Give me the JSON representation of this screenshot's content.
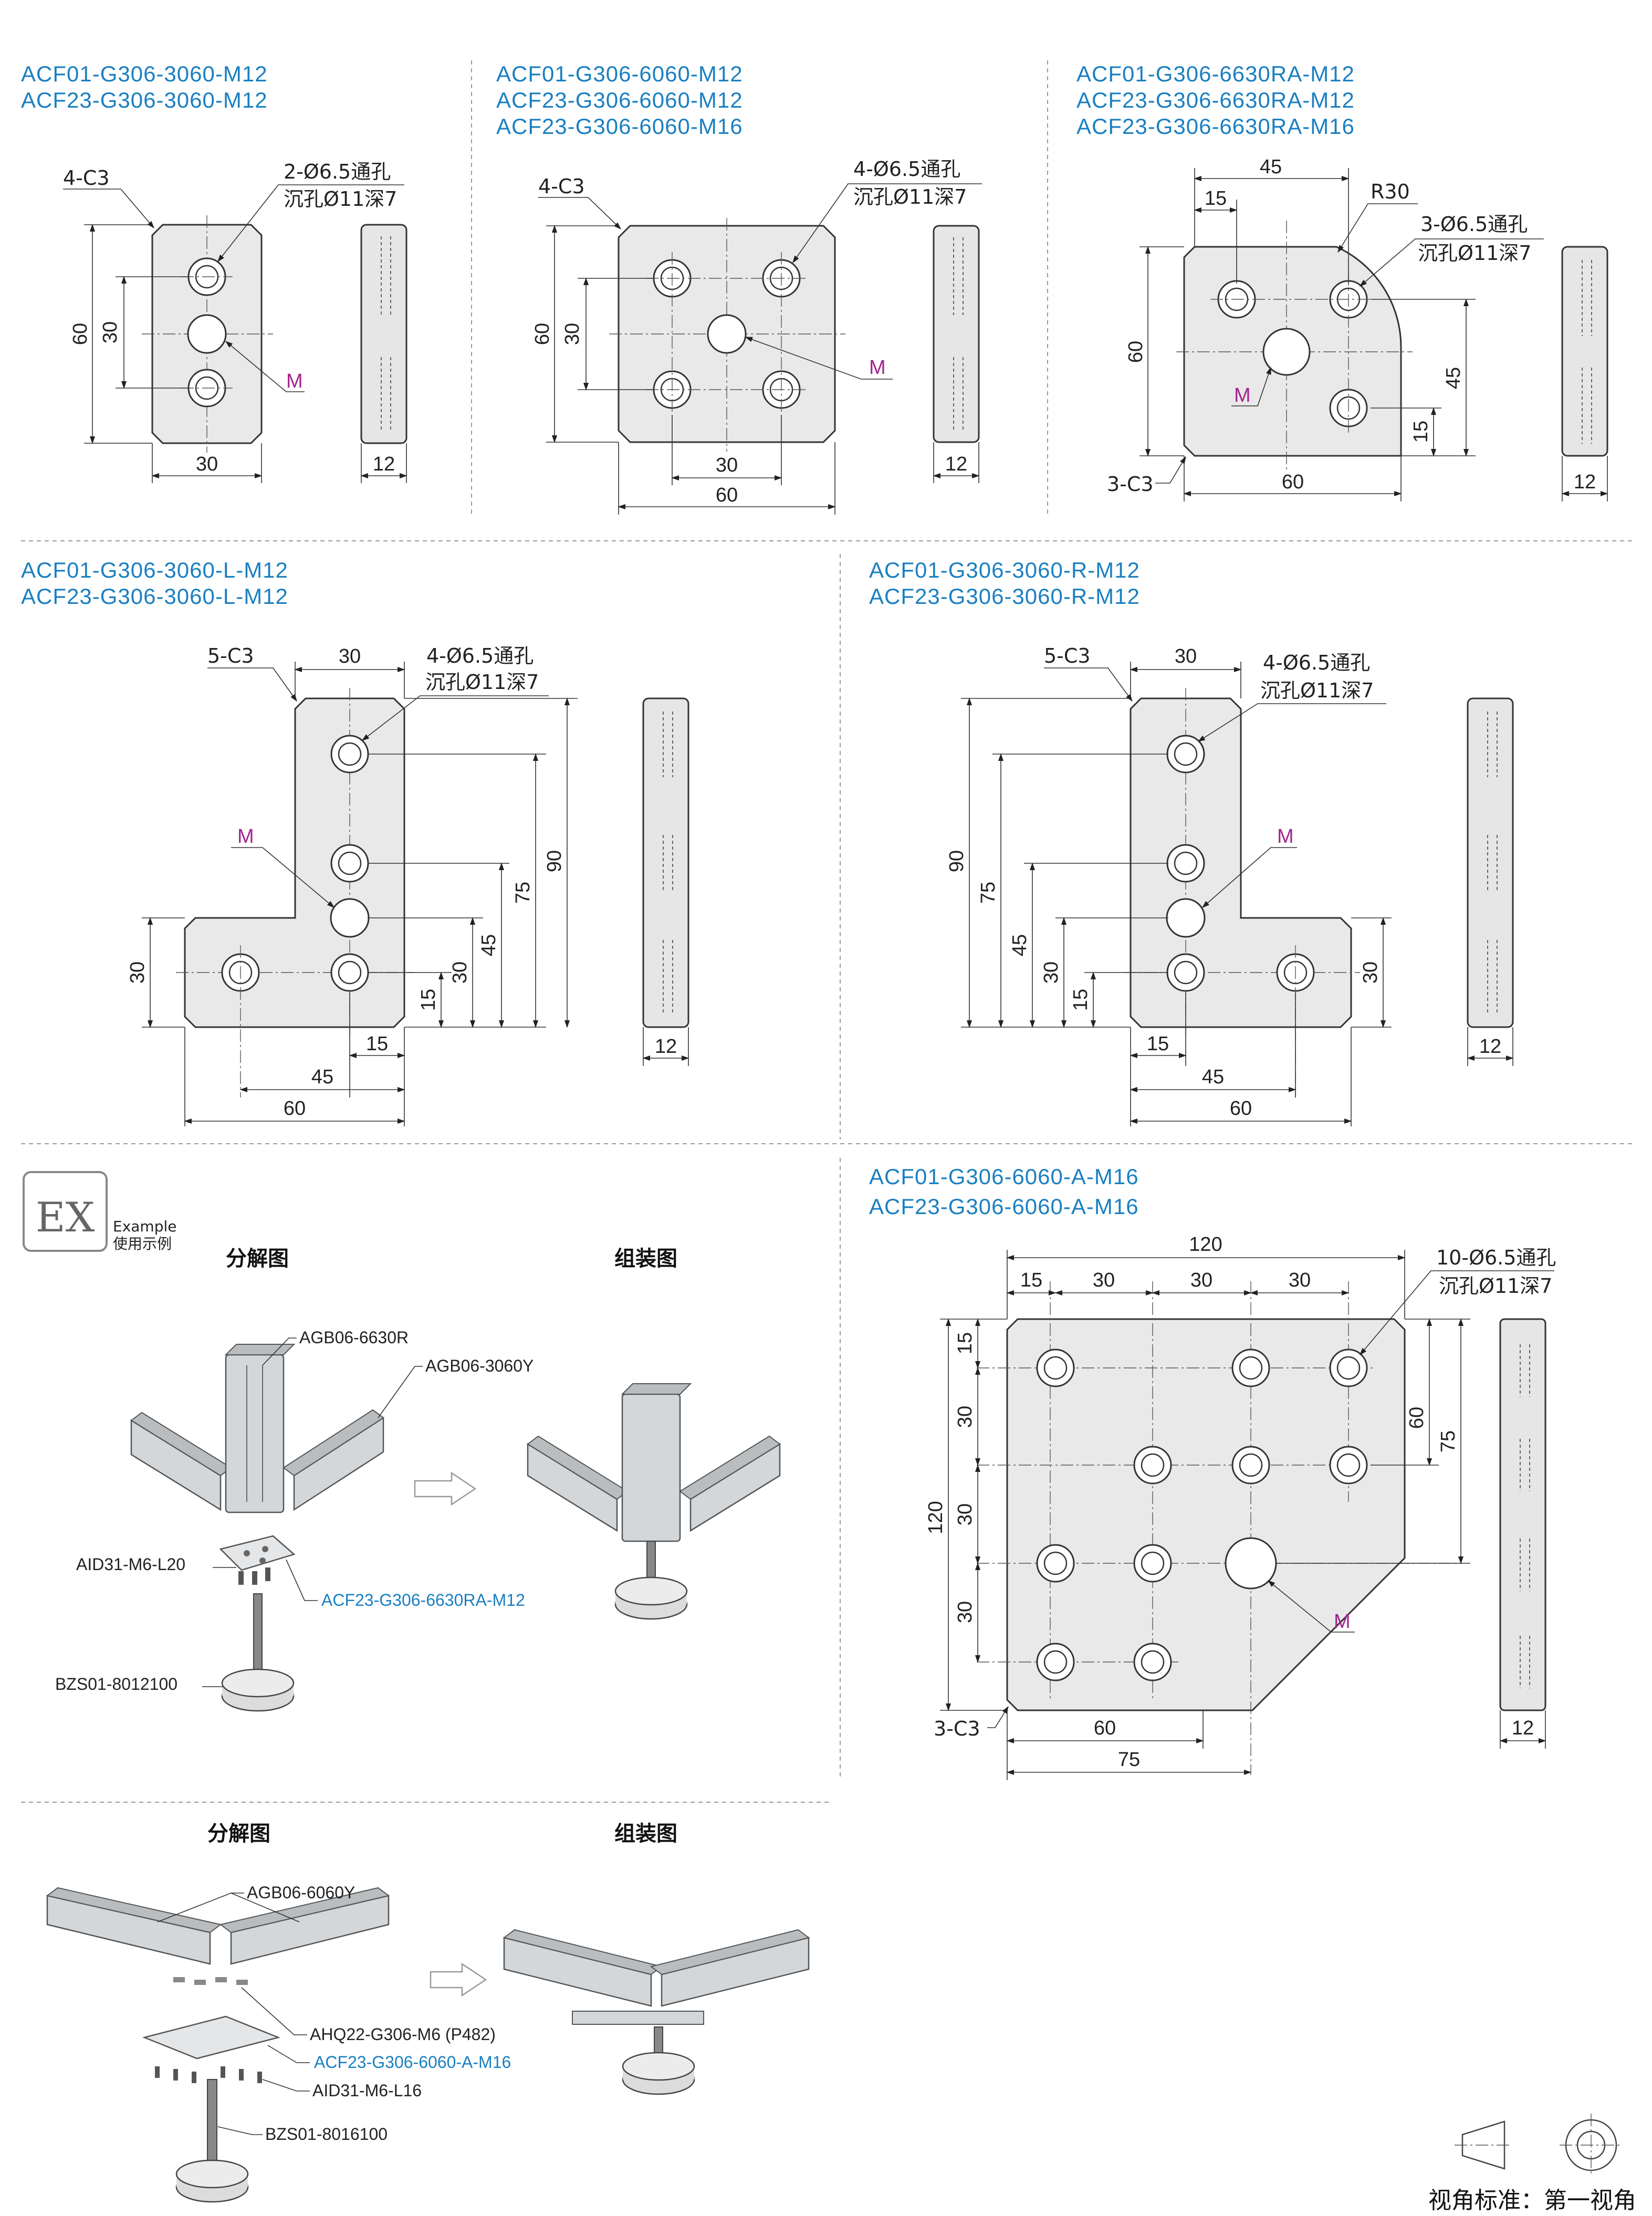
{
  "panels": {
    "p1": {
      "codes": [
        "ACF01-G306-3060-M12",
        "ACF23-G306-3060-M12"
      ],
      "chamfer": "4-C3",
      "hole_note": [
        "2-Ø6.5通孔",
        "沉孔Ø11深7"
      ],
      "m_label": "M",
      "dims": {
        "height": "60",
        "pitch": "30",
        "width": "30",
        "thickness": "12"
      }
    },
    "p2": {
      "codes": [
        "ACF01-G306-6060-M12",
        "ACF23-G306-6060-M12",
        "ACF23-G306-6060-M16"
      ],
      "chamfer": "4-C3",
      "hole_note": [
        "4-Ø6.5通孔",
        "沉孔Ø11深7"
      ],
      "m_label": "M",
      "dims": {
        "height": "60",
        "pitch_v": "30",
        "pitch_h": "30",
        "width": "60",
        "thickness": "12"
      }
    },
    "p3": {
      "codes": [
        "ACF01-G306-6630RA-M12",
        "ACF23-G306-6630RA-M12",
        "ACF23-G306-6630RA-M16"
      ],
      "chamfer": "3-C3",
      "radius": "R30",
      "hole_note": [
        "3-Ø6.5通孔",
        "沉孔Ø11深7"
      ],
      "m_label": "M",
      "dims": {
        "top": "45",
        "top_small": "15",
        "height": "60",
        "right": "45",
        "right_small": "15",
        "width": "60",
        "thickness": "12"
      }
    },
    "p4": {
      "codes": [
        "ACF01-G306-3060-L-M12",
        "ACF23-G306-3060-L-M12"
      ],
      "chamfer": "5-C3",
      "hole_note": [
        "4-Ø6.5通孔",
        "沉孔Ø11深7"
      ],
      "m_label": "M",
      "dims": {
        "top": "30",
        "d90": "90",
        "d75": "75",
        "d45": "45",
        "d30": "30",
        "d15": "15",
        "left30": "30",
        "b15": "15",
        "b45": "45",
        "b60": "60",
        "thickness": "12"
      }
    },
    "p5": {
      "codes": [
        "ACF01-G306-3060-R-M12",
        "ACF23-G306-3060-R-M12"
      ],
      "chamfer": "5-C3",
      "hole_note": [
        "4-Ø6.5通孔",
        "沉孔Ø11深7"
      ],
      "m_label": "M",
      "dims": {
        "top": "30",
        "d90": "90",
        "d75": "75",
        "d45": "45",
        "d30": "30",
        "d15": "15",
        "right30": "30",
        "b15": "15",
        "b45": "45",
        "b60": "60",
        "thickness": "12"
      }
    },
    "p6": {
      "codes": [
        "ACF01-G306-6060-A-M16",
        "ACF23-G306-6060-A-M16"
      ],
      "chamfer": "3-C3",
      "hole_note": [
        "10-Ø6.5通孔",
        "沉孔Ø11深7"
      ],
      "m_label": "M",
      "dims": {
        "top": "120",
        "t15": "15",
        "t30a": "30",
        "t30b": "30",
        "t30c": "30",
        "left120": "120",
        "l15": "15",
        "l30a": "30",
        "l30b": "30",
        "l30c": "30",
        "r60": "60",
        "r75": "75",
        "b60": "60",
        "b75": "75",
        "thickness": "12"
      }
    }
  },
  "example": {
    "badge": "EX",
    "title_en": "Example",
    "title_cn": "使用示例",
    "upper": {
      "exploded": "分解图",
      "assembled": "组装图",
      "parts": [
        "AGB06-6630R",
        "AGB06-3060Y",
        "AID31-M6-L20",
        "ACF23-G306-6630RA-M12",
        "BZS01-8012100"
      ]
    },
    "lower": {
      "exploded": "分解图",
      "assembled": "组装图",
      "parts": [
        "AGB06-6060Y",
        "AHQ22-G306-M6 (P482)",
        "ACF23-G306-6060-A-M16",
        "AID31-M6-L16",
        "BZS01-8016100"
      ]
    }
  },
  "footer": {
    "projection_label": "视角标准：第一视角"
  },
  "colors": {
    "code_blue": "#1a7fc1",
    "m_purple": "#a3238e",
    "plate_fill": "#e9e9e9"
  }
}
